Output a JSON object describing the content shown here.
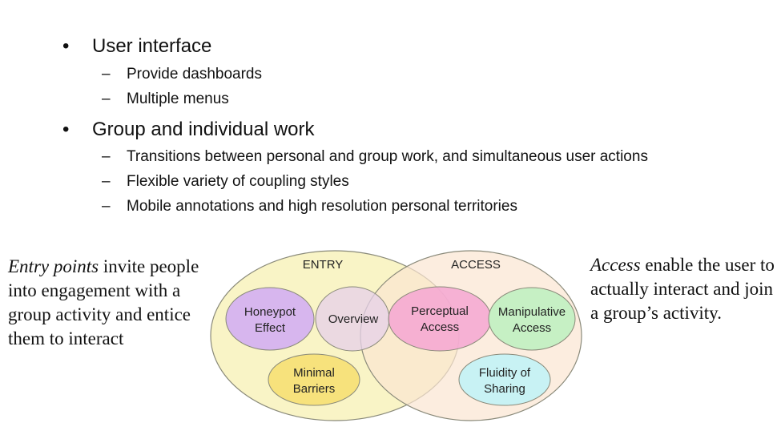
{
  "bullets": [
    {
      "label": "User interface",
      "subs": [
        "Provide dashboards",
        "Multiple menus"
      ]
    },
    {
      "label": "Group and individual work",
      "subs": [
        "Transitions between personal and group work, and simultaneous user actions",
        "Flexible variety of coupling styles",
        "Mobile annotations and high resolution personal territories"
      ]
    }
  ],
  "bullet_glyph": "•",
  "dash_glyph": "–",
  "left_note": {
    "emphasis": "Entry points",
    "rest": " invite people into engagement with a group activity and entice them to interact"
  },
  "right_note": {
    "emphasis": "Access",
    "rest": " enable the user to actually interact and join a group’s activity."
  },
  "diagram": {
    "entry_label": "ENTRY",
    "access_label": "ACCESS",
    "nodes": {
      "honeypot": [
        "Honeypot",
        "Effect"
      ],
      "overview": [
        "Overview"
      ],
      "perceptual": [
        "Perceptual",
        "Access"
      ],
      "manipulative": [
        "Manipulative",
        "Access"
      ],
      "minimal": [
        "Minimal",
        "Barriers"
      ],
      "fluidity": [
        "Fluidity of",
        "Sharing"
      ]
    },
    "colors": {
      "entry_fill": "#f9f4c6",
      "access_fill": "#fbe6d2",
      "honeypot": "#d7b6ee",
      "overview": "#e6d0ea",
      "perceptual": "#f4a6d2",
      "manipulative": "#c6f0c4",
      "minimal": "#f7e27c",
      "fluidity": "#c8f2f4",
      "stroke": "#8a8a7a"
    }
  }
}
